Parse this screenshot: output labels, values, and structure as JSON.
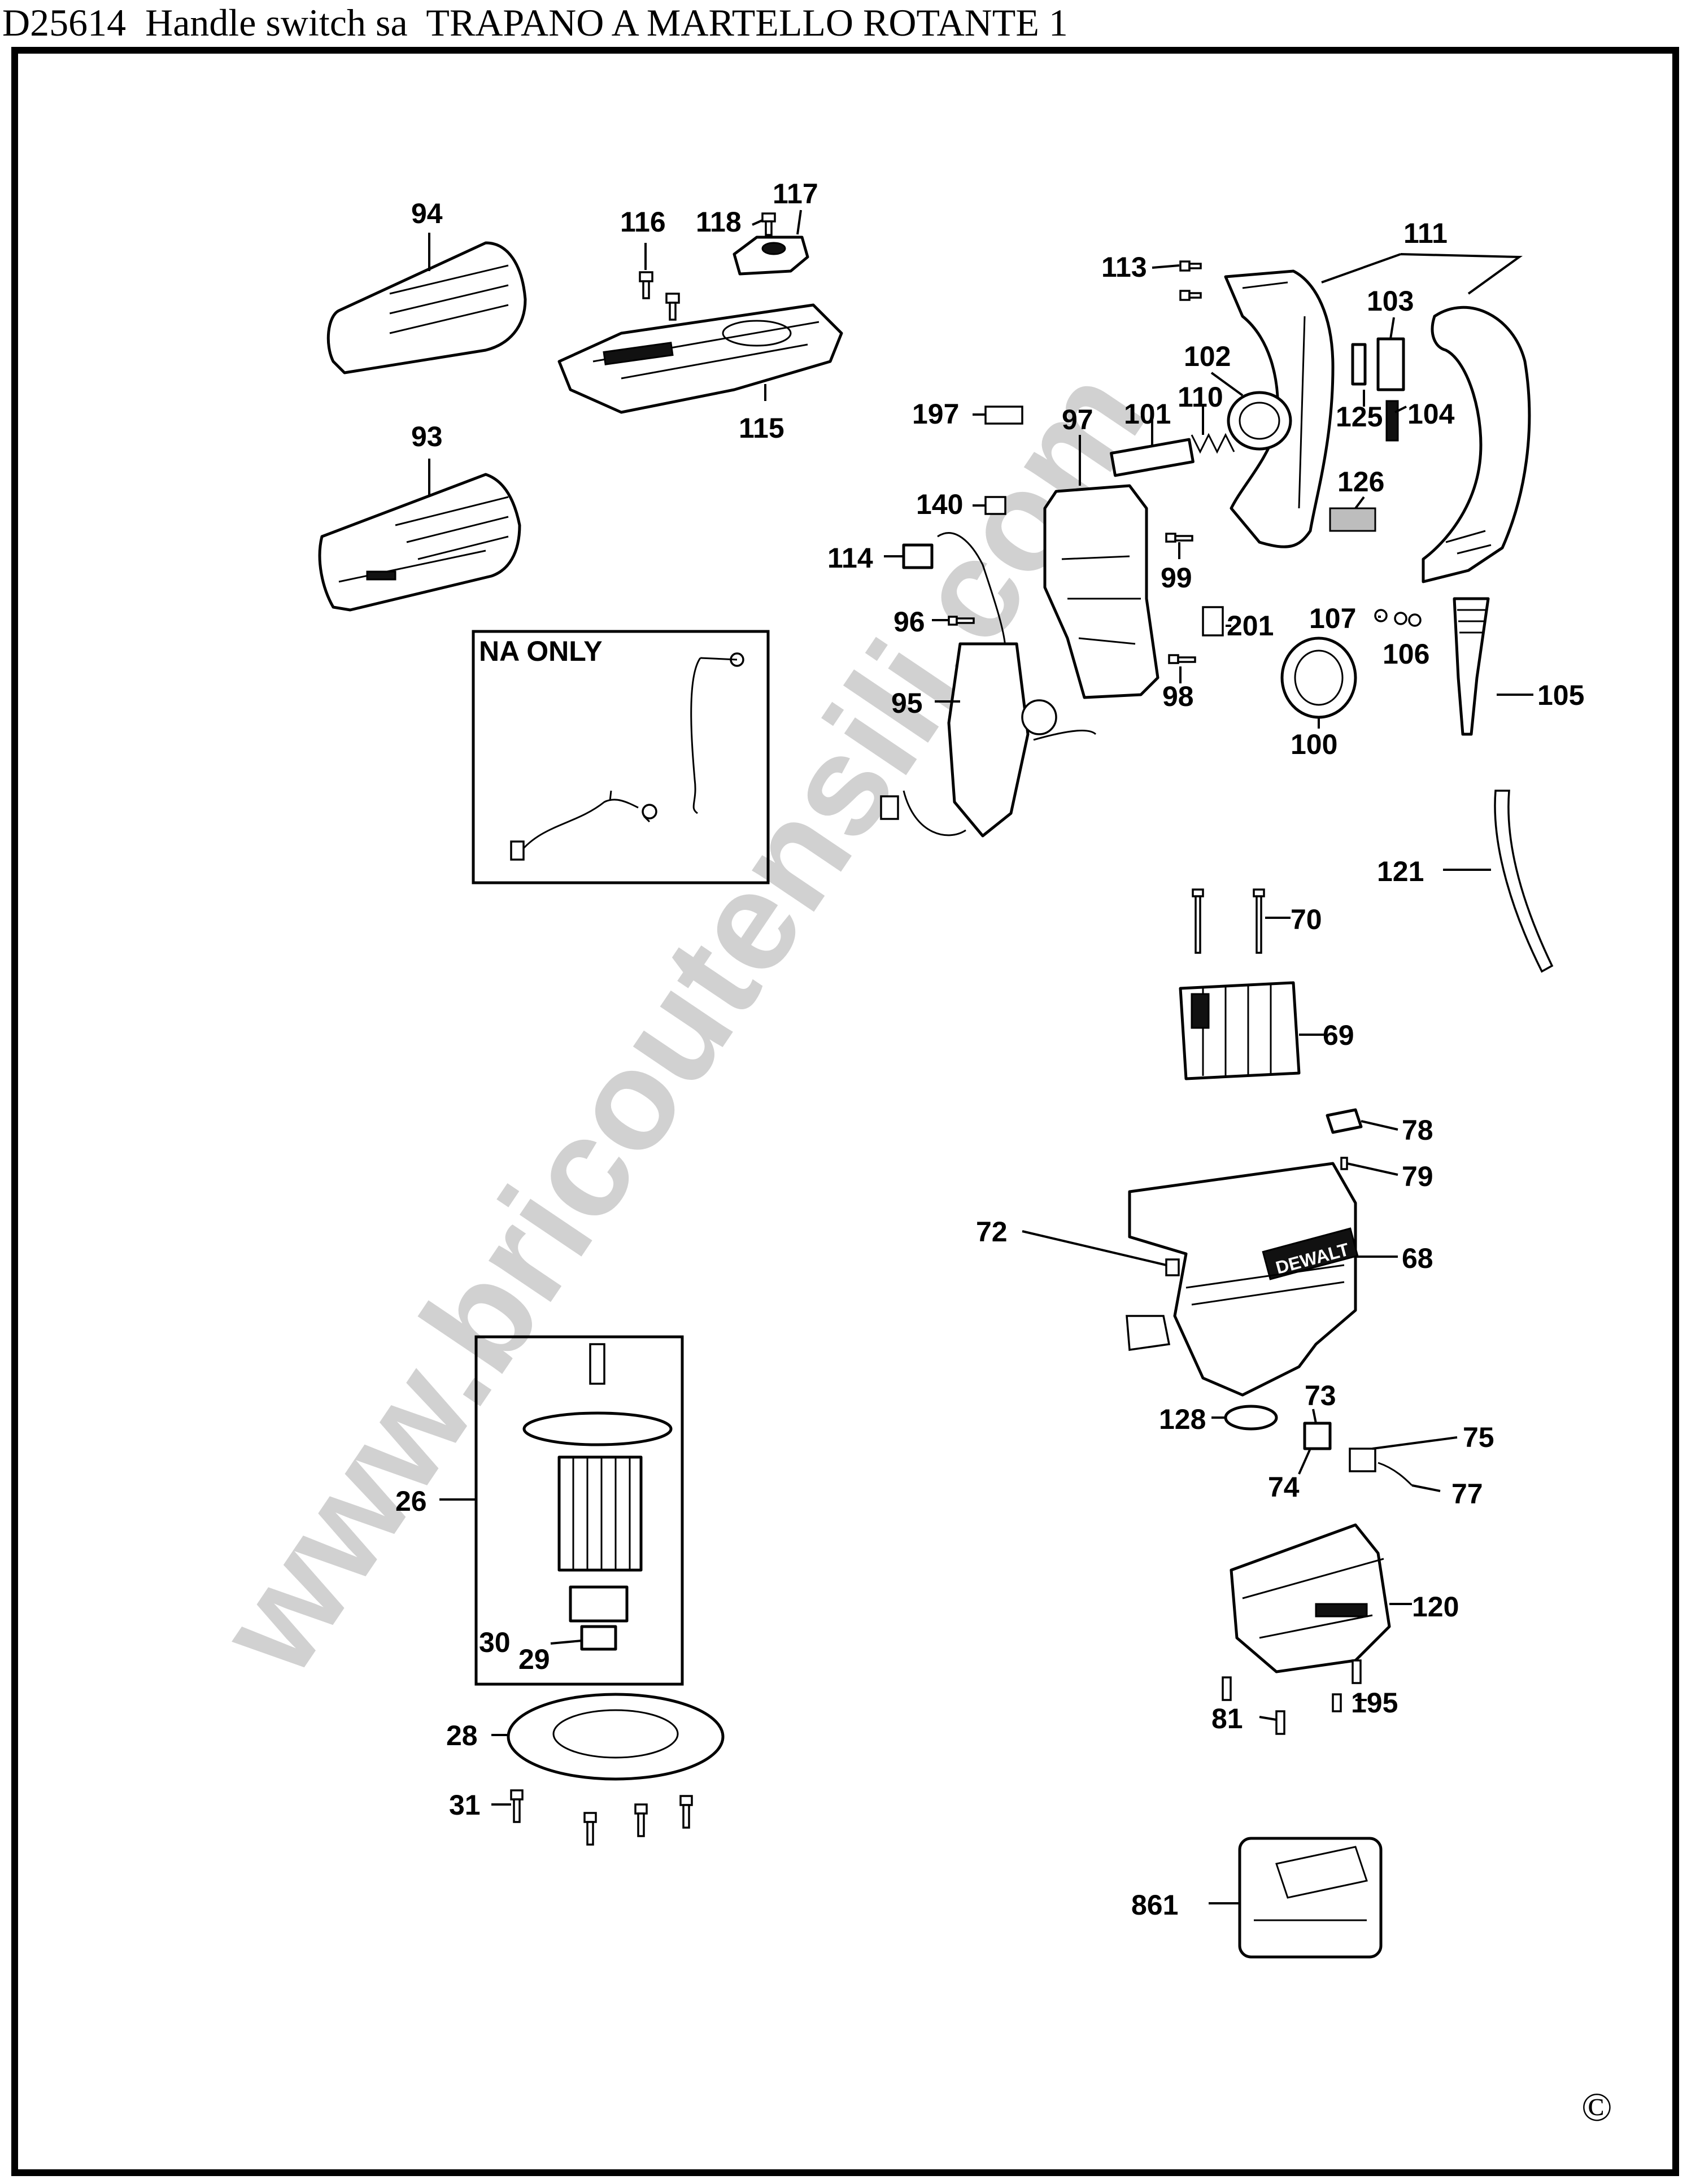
{
  "header": {
    "title": "D25614  Handle switch sa  TRAPANO A MARTELLO ROTANTE 1"
  },
  "watermark": "www.bricoutensili.com",
  "copyright": "©",
  "boxes": {
    "na_only": "NA ONLY"
  },
  "labels": {
    "p94": "94",
    "p93": "93",
    "p116": "116",
    "p118": "118",
    "p117": "117",
    "p115": "115",
    "p113": "113",
    "p111": "111",
    "p103": "103",
    "p102": "102",
    "p197": "197",
    "p97": "97",
    "p101": "101",
    "p110": "110",
    "p125": "125",
    "p104": "104",
    "p126": "126",
    "p140": "140",
    "p114": "114",
    "p99": "99",
    "p96": "96",
    "p201": "201",
    "p107": "107",
    "p106": "106",
    "p95": "95",
    "p98": "98",
    "p100": "100",
    "p105": "105",
    "p121": "121",
    "p70": "70",
    "p69": "69",
    "p78": "78",
    "p79": "79",
    "p72": "72",
    "p68": "68",
    "p73": "73",
    "p128": "128",
    "p75": "75",
    "p74": "74",
    "p77": "77",
    "p26": "26",
    "p120": "120",
    "p30": "30",
    "p29": "29",
    "p81": "81",
    "p195": "195",
    "p28": "28",
    "p31": "31",
    "p861": "861"
  },
  "brand_text": "DEWALT"
}
